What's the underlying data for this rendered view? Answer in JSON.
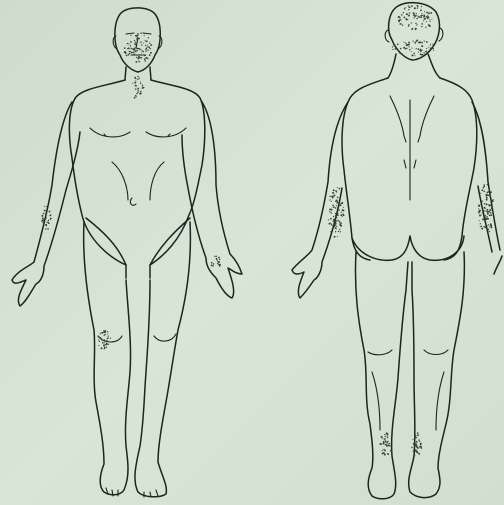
{
  "figure": {
    "views": [
      "front",
      "back"
    ],
    "colors": {
      "paper": "#d6e3d4",
      "ink": "#1e241f",
      "stipple": "#3a4238"
    },
    "icons": [
      "human-body-front-outline",
      "human-body-back-outline"
    ]
  }
}
